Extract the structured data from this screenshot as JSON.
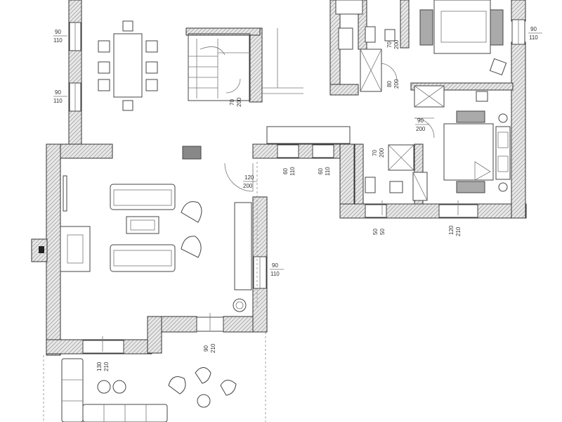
{
  "dimensions": {
    "west_window_1": {
      "w": "90",
      "h": "110"
    },
    "west_window_2": {
      "w": "90",
      "h": "110"
    },
    "east_window_top": {
      "w": "90",
      "h": "110"
    },
    "east_window_mid": {
      "w": "90",
      "h": "110"
    },
    "stair_door": {
      "w": "70",
      "h": "200"
    },
    "entry_door": {
      "w": "120",
      "h": "200"
    },
    "hall_window_1": {
      "w": "60",
      "h": "110"
    },
    "hall_window_2": {
      "w": "60",
      "h": "110"
    },
    "bath_door_top": {
      "w": "70",
      "h": "200"
    },
    "closet_door": {
      "w": "80",
      "h": "200"
    },
    "bedroom2_door": {
      "w": "90",
      "h": "200"
    },
    "bath2_door": {
      "w": "70",
      "h": "200"
    },
    "bath2_window": {
      "w": "50",
      "h": "50"
    },
    "bedroom2_window": {
      "w": "120",
      "h": "210"
    },
    "terrace_door_left": {
      "w": "130",
      "h": "210"
    },
    "terrace_door_right": {
      "w": "90",
      "h": "210"
    }
  }
}
